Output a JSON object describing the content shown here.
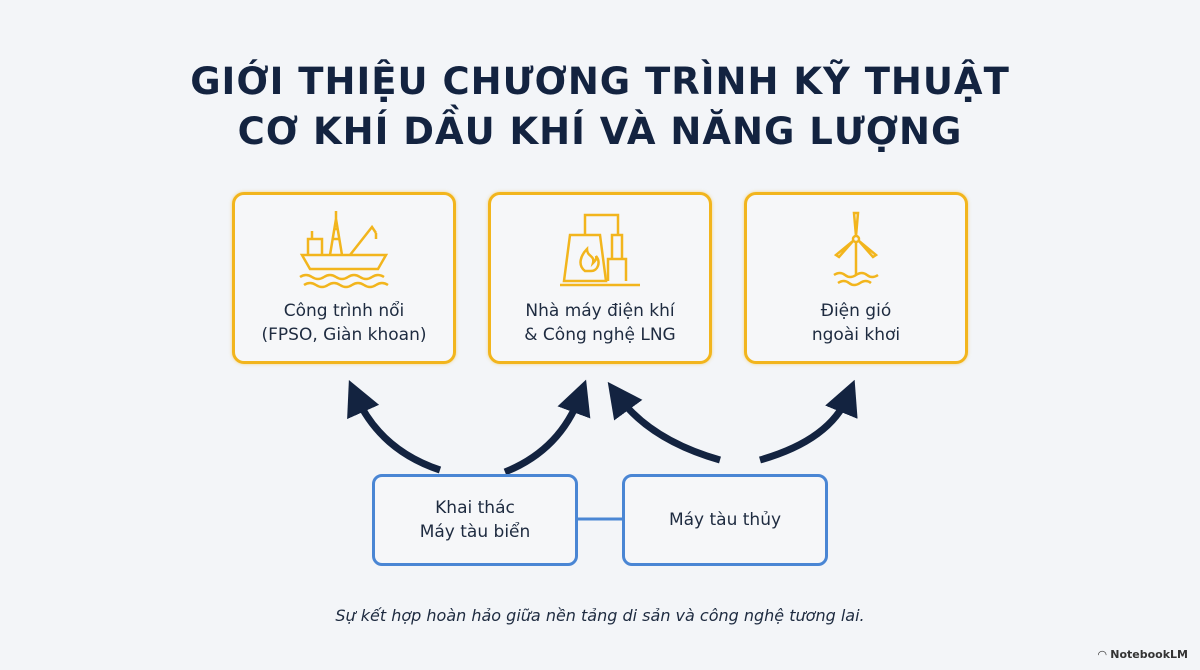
{
  "title": {
    "line1": "GIỚI THIỆU CHƯƠNG TRÌNH KỸ THUẬT",
    "line2": "CƠ KHÍ DẦU KHÍ VÀ NĂNG LƯỢNG"
  },
  "top_boxes": [
    {
      "line1": "Công trình nổi",
      "line2": "(FPSO, Giàn khoan)",
      "icon": "offshore-ship-icon"
    },
    {
      "line1": "Nhà máy điện khí",
      "line2": "& Công nghệ LNG",
      "icon": "power-plant-icon"
    },
    {
      "line1": "Điện gió",
      "line2": "ngoài khơi",
      "icon": "wind-turbine-icon"
    }
  ],
  "bottom_boxes": [
    {
      "line1": "Khai thác",
      "line2": "Máy tàu biển"
    },
    {
      "line1": "Máy tàu thủy"
    }
  ],
  "caption": "Sự kết hợp hoàn hảo giữa nền tảng di sản và công nghệ tương lai.",
  "logo": "NotebookLM",
  "colors": {
    "gold": "#f2b51d",
    "blue": "#4a86d4",
    "navy": "#132340"
  }
}
